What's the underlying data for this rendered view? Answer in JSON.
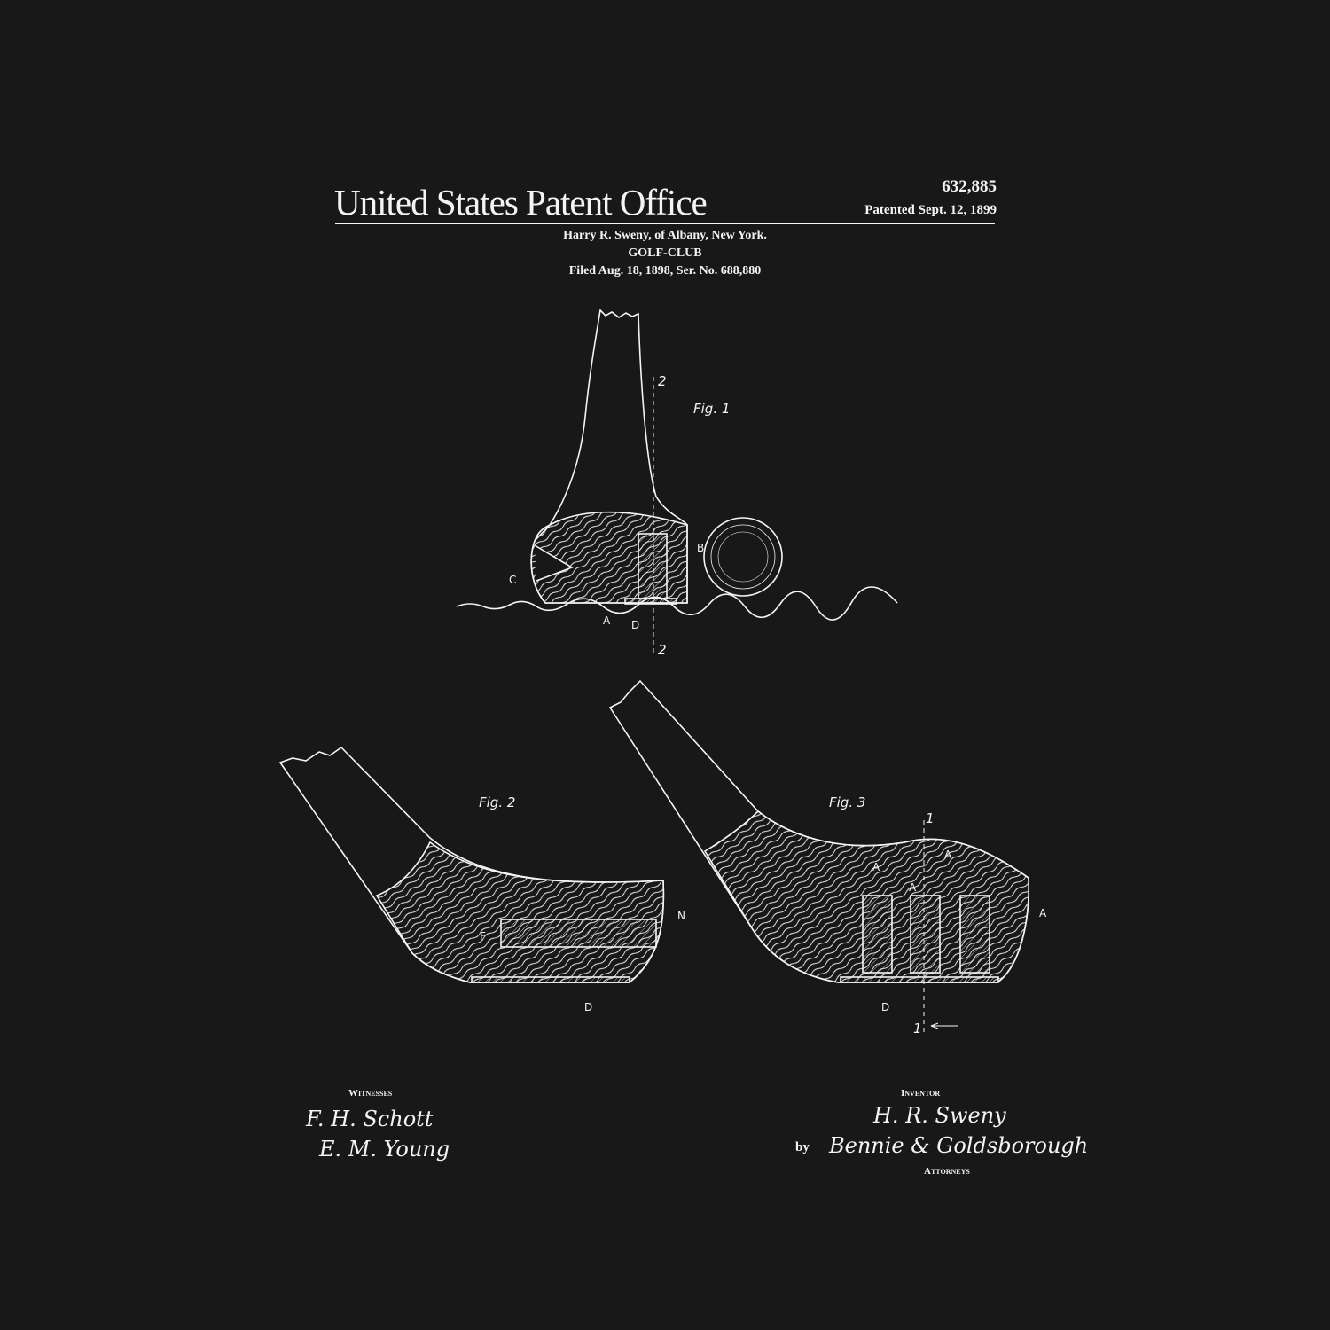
{
  "header": {
    "office": "United States Patent Office",
    "patent_number": "632,885",
    "patented": "Patented Sept. 12, 1899",
    "inventor_line": "Harry R. Sweny, of Albany, New York.",
    "subject": "GOLF-CLUB",
    "filed": "Filed Aug. 18, 1898, Ser. No. 688,880"
  },
  "figures": {
    "fig1": {
      "label": "Fig. 1",
      "section_top": "2",
      "section_bottom": "2",
      "labels": [
        "B",
        "C",
        "A",
        "D"
      ]
    },
    "fig2": {
      "label": "Fig. 2",
      "labels": [
        "F",
        "N",
        "D"
      ]
    },
    "fig3": {
      "label": "Fig. 3",
      "section_top": "1",
      "section_bottom": "1",
      "labels": [
        "A",
        "A",
        "A",
        "A",
        "D"
      ]
    }
  },
  "footer": {
    "witnesses_label": "Witnesses",
    "witness_signatures": [
      "F. H. Schott",
      "E. M. Young"
    ],
    "inventor_label": "Inventor",
    "inventor_signature": "H. R. Sweny",
    "by": "by",
    "attorneys_signature": "Bennie & Goldsborough",
    "attorneys_label": "Attorneys"
  },
  "colors": {
    "background": "#181818",
    "ink": "#f4f4f4"
  }
}
